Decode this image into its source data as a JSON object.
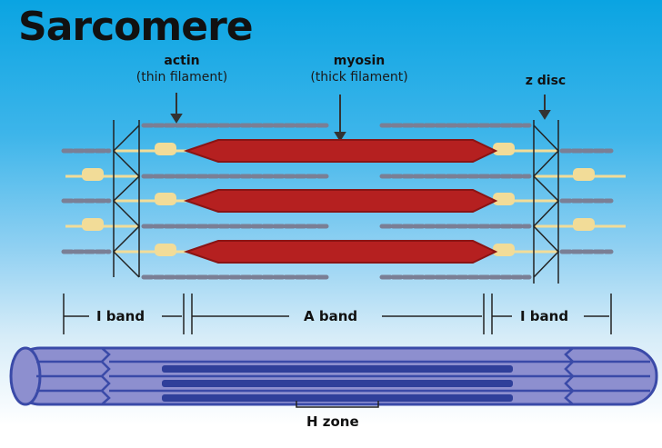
{
  "title": "Sarcomere",
  "labels": {
    "actin": {
      "name": "actin",
      "sub": "(thin filament)"
    },
    "myosin": {
      "name": "myosin",
      "sub": "(thick filament)"
    },
    "z_disc": {
      "name": "z disc"
    }
  },
  "bands": {
    "left_i": "I band",
    "a": "A band",
    "right_i": "I band",
    "h": "H zone"
  },
  "colors": {
    "myosin": "#b52020",
    "actin": "#7a7f95",
    "titin": "#f2dc98",
    "fiber": "#8d8fcf",
    "fiber_outline": "#3a4aa8",
    "fiber_dark": "#2f3f9a"
  }
}
